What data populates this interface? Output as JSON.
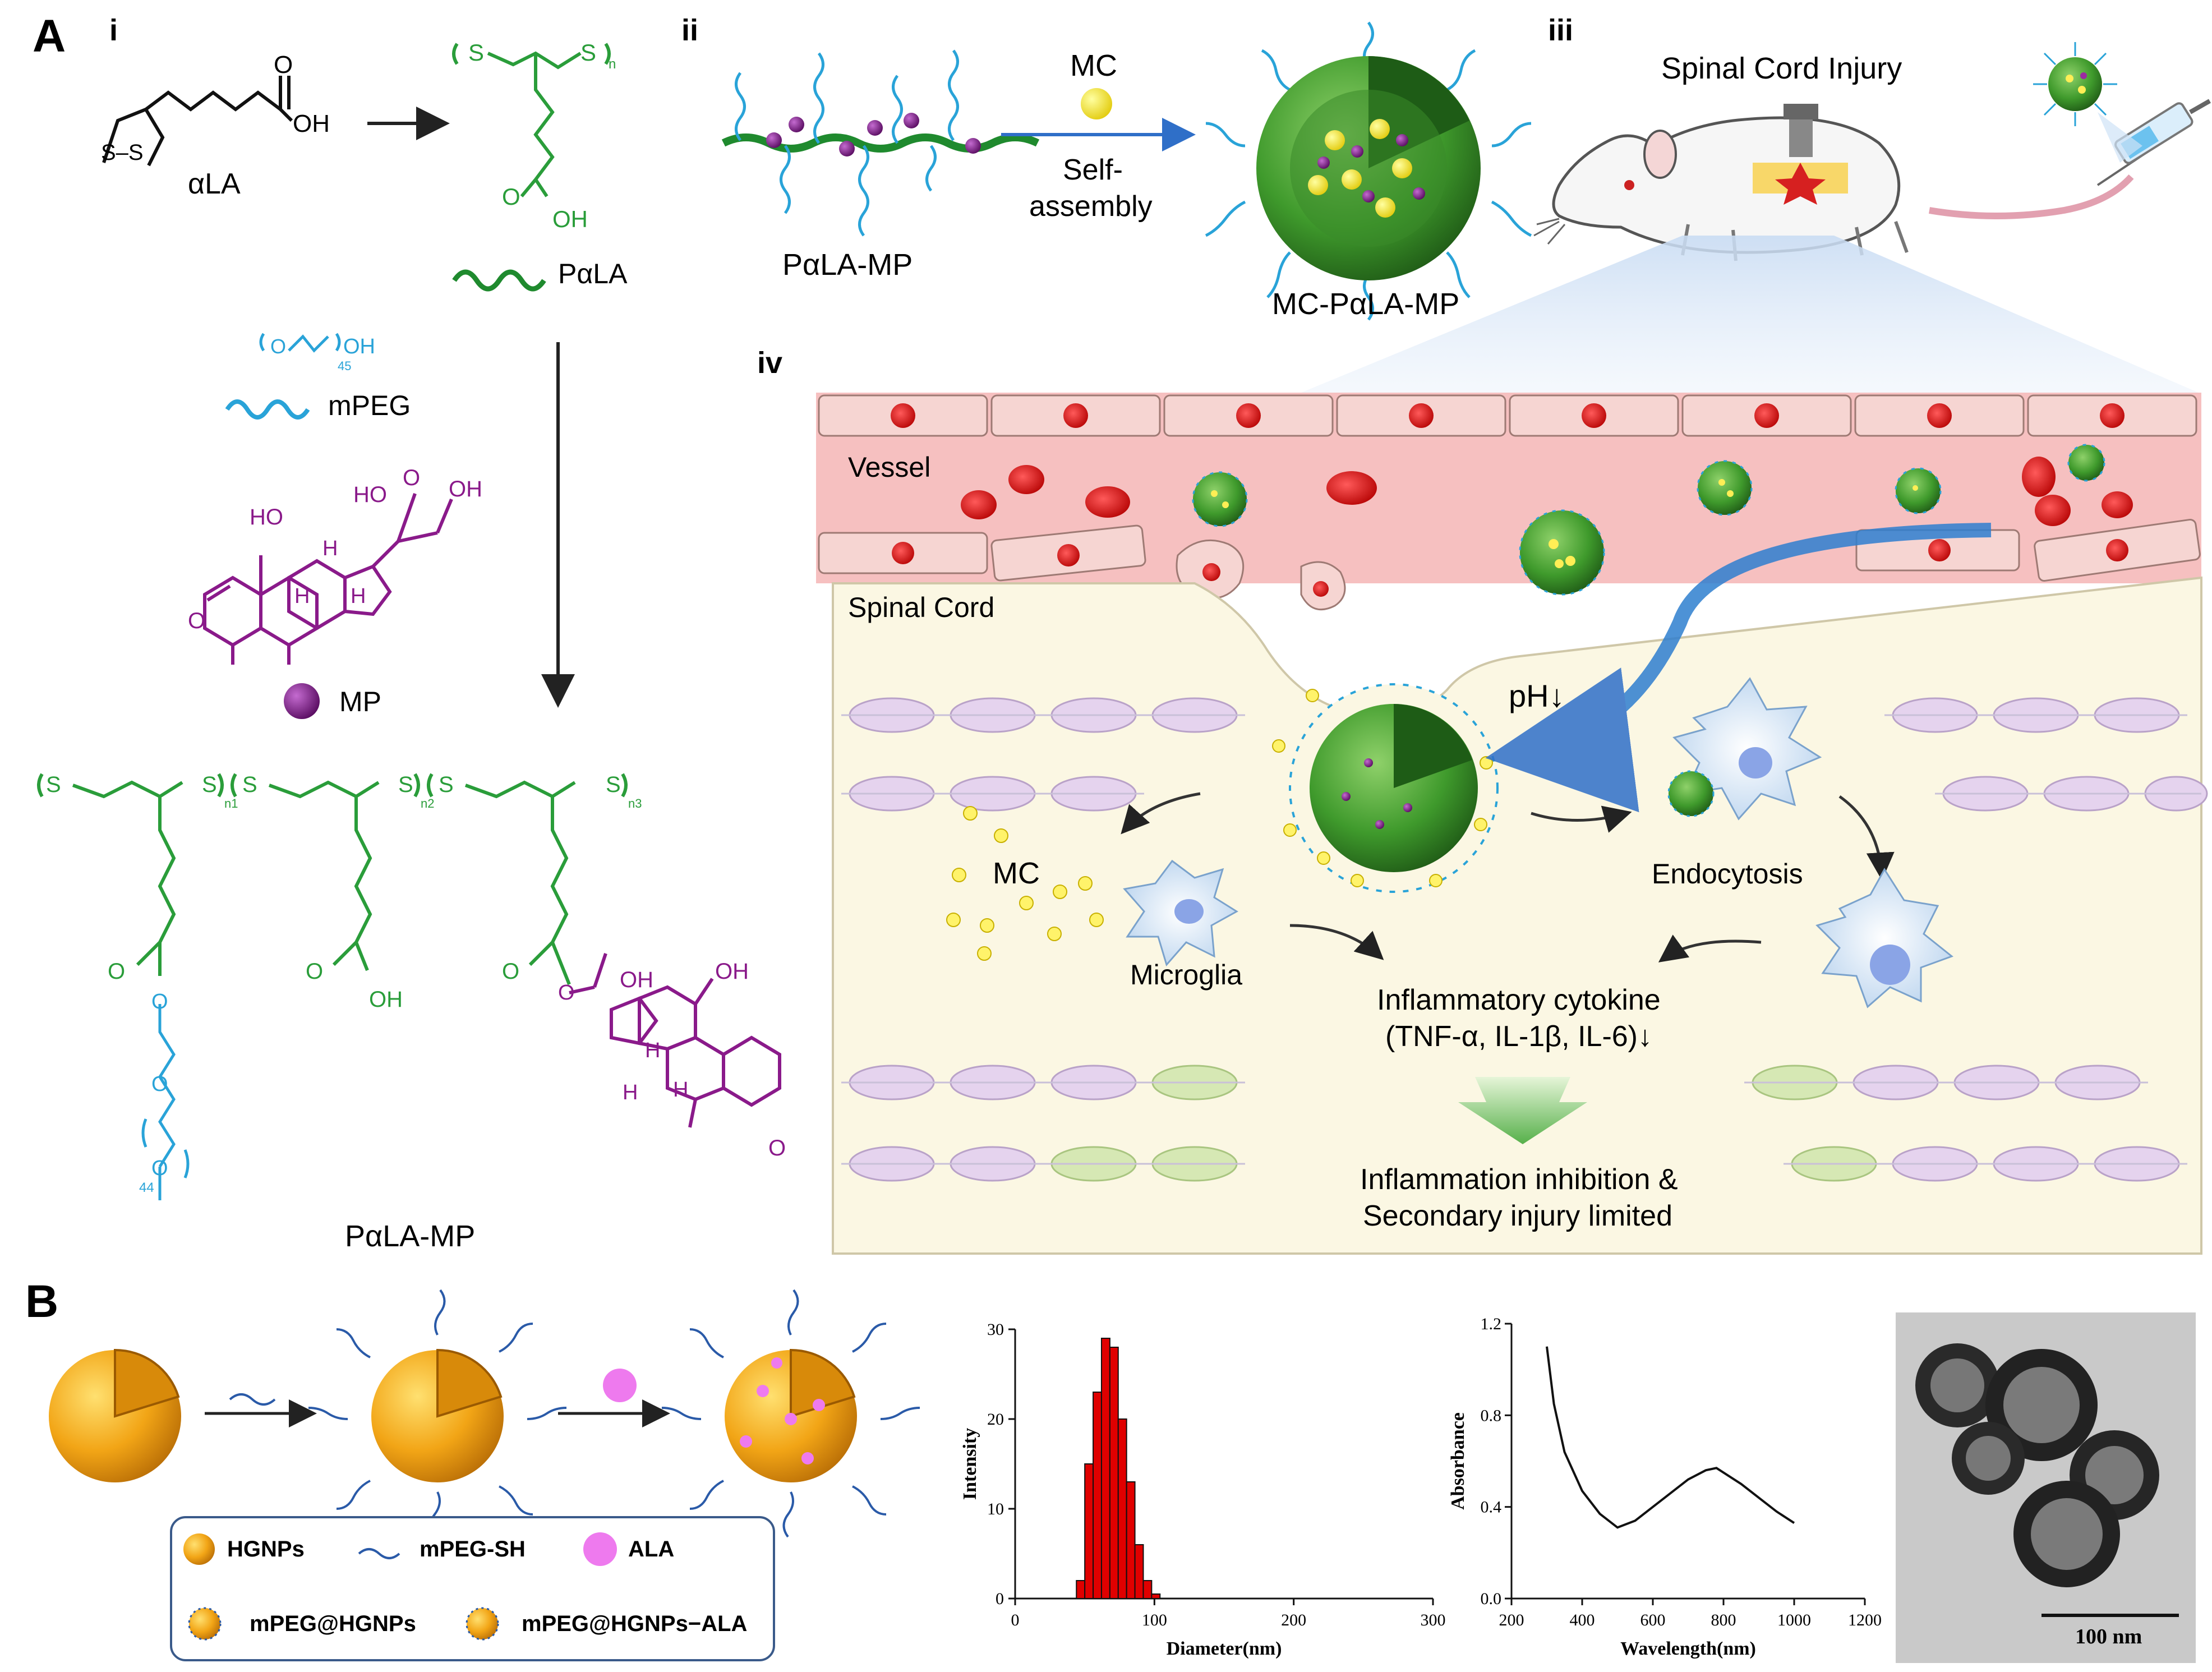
{
  "panelA": {
    "letter": "A",
    "sub_i": "i",
    "sub_ii": "ii",
    "sub_iii": "iii",
    "sub_iv": "iv",
    "alpha_la_label": "αLA",
    "ala_oh": "OH",
    "ala_o": "O",
    "ala_ss": "S–S",
    "poly_s_left": "S",
    "poly_s_right": "S",
    "poly_n": "n",
    "poly_o": "O",
    "poly_oh": "OH",
    "pala_label": "PαLA",
    "peg_formula": "O",
    "peg_oh": "OH",
    "peg_sub": "45",
    "mpeg_label": "mPEG",
    "mp_ho1": "HO",
    "mp_ho2": "HO",
    "mp_oh": "OH",
    "mp_o": "O",
    "mp_o2": "O",
    "mp_h1": "H",
    "mp_h2": "H",
    "mp_h3": "H",
    "mp_label": "MP",
    "final_s": [
      "S",
      "S",
      "S",
      "S",
      "S",
      "S"
    ],
    "final_n": [
      "n1",
      "n2",
      "n3"
    ],
    "final_o": [
      "O",
      "O",
      "O",
      "O",
      "O"
    ],
    "final_oh": [
      "OH",
      "OH",
      "OH"
    ],
    "final_o_peg": [
      "O",
      "O",
      "O"
    ],
    "final_sub44": "44",
    "final_h": [
      "H",
      "H",
      "H"
    ],
    "final_label": "PαLA-MP",
    "mc_label": "MC",
    "self_assembly_1": "Self-",
    "self_assembly_2": "assembly",
    "palamp_label": "PαLA-MP",
    "mc_palamp_label": "MC-PαLA-MP",
    "sci_label": "Spinal Cord Injury",
    "vessel_label": "Vessel",
    "spinal_cord_label": "Spinal Cord",
    "ph_label": "pH↓",
    "mc_release_label": "MC",
    "microglia_label": "Microglia",
    "endocytosis_label": "Endocytosis",
    "cytokine_1": "Inflammatory cytokine",
    "cytokine_2": "(TNF-α, IL-1β, IL-6)↓",
    "result_1": "Inflammation inhibition &",
    "result_2": "Secondary injury limited"
  },
  "panelB": {
    "letter": "B",
    "legend": {
      "hgnps": "HGNPs",
      "mpeg_sh": "mPEG-SH",
      "ala": "ALA",
      "mpeg_hgnps": "mPEG@HGNPs",
      "mpeg_hgnps_ala": "mPEG@HGNPs−ALA"
    },
    "tem_scale": "100 nm"
  },
  "colors": {
    "green_chem": "#2a9d3a",
    "blue_peg": "#29a3d8",
    "purple_mp": "#8a1a8a",
    "vessel_pink": "#f6c0c0",
    "cord_cream": "#fbf7e3",
    "arrow_blue": "#2f7fd0",
    "gold": "#f2a516",
    "hist_red": "#e00000"
  },
  "chart_data": [
    {
      "type": "bar",
      "title": "",
      "xlabel": "Diameter(nm)",
      "ylabel": "Intensity",
      "xlim": [
        0,
        300
      ],
      "ylim": [
        0,
        30
      ],
      "xticks": [
        0,
        100,
        200,
        300
      ],
      "yticks": [
        0,
        10,
        20,
        30
      ],
      "bin_width": 6,
      "bins": [
        44,
        50,
        56,
        62,
        68,
        74,
        80,
        86,
        92,
        98
      ],
      "values": [
        2,
        15,
        23,
        29,
        28,
        20,
        13,
        6,
        2,
        0.5
      ]
    },
    {
      "type": "line",
      "title": "",
      "xlabel": "Wavelength(nm)",
      "ylabel": "Absorbance",
      "xlim": [
        200,
        1200
      ],
      "ylim": [
        0,
        1.2
      ],
      "xticks": [
        200,
        400,
        600,
        800,
        1000,
        1200
      ],
      "yticks": [
        "0.0",
        "0.4",
        "0.8",
        "1.2"
      ],
      "x": [
        300,
        320,
        350,
        400,
        450,
        500,
        550,
        600,
        650,
        700,
        750,
        780,
        800,
        850,
        900,
        950,
        1000
      ],
      "y": [
        1.1,
        0.85,
        0.64,
        0.47,
        0.37,
        0.31,
        0.34,
        0.4,
        0.46,
        0.52,
        0.56,
        0.57,
        0.55,
        0.5,
        0.44,
        0.38,
        0.33
      ]
    }
  ]
}
